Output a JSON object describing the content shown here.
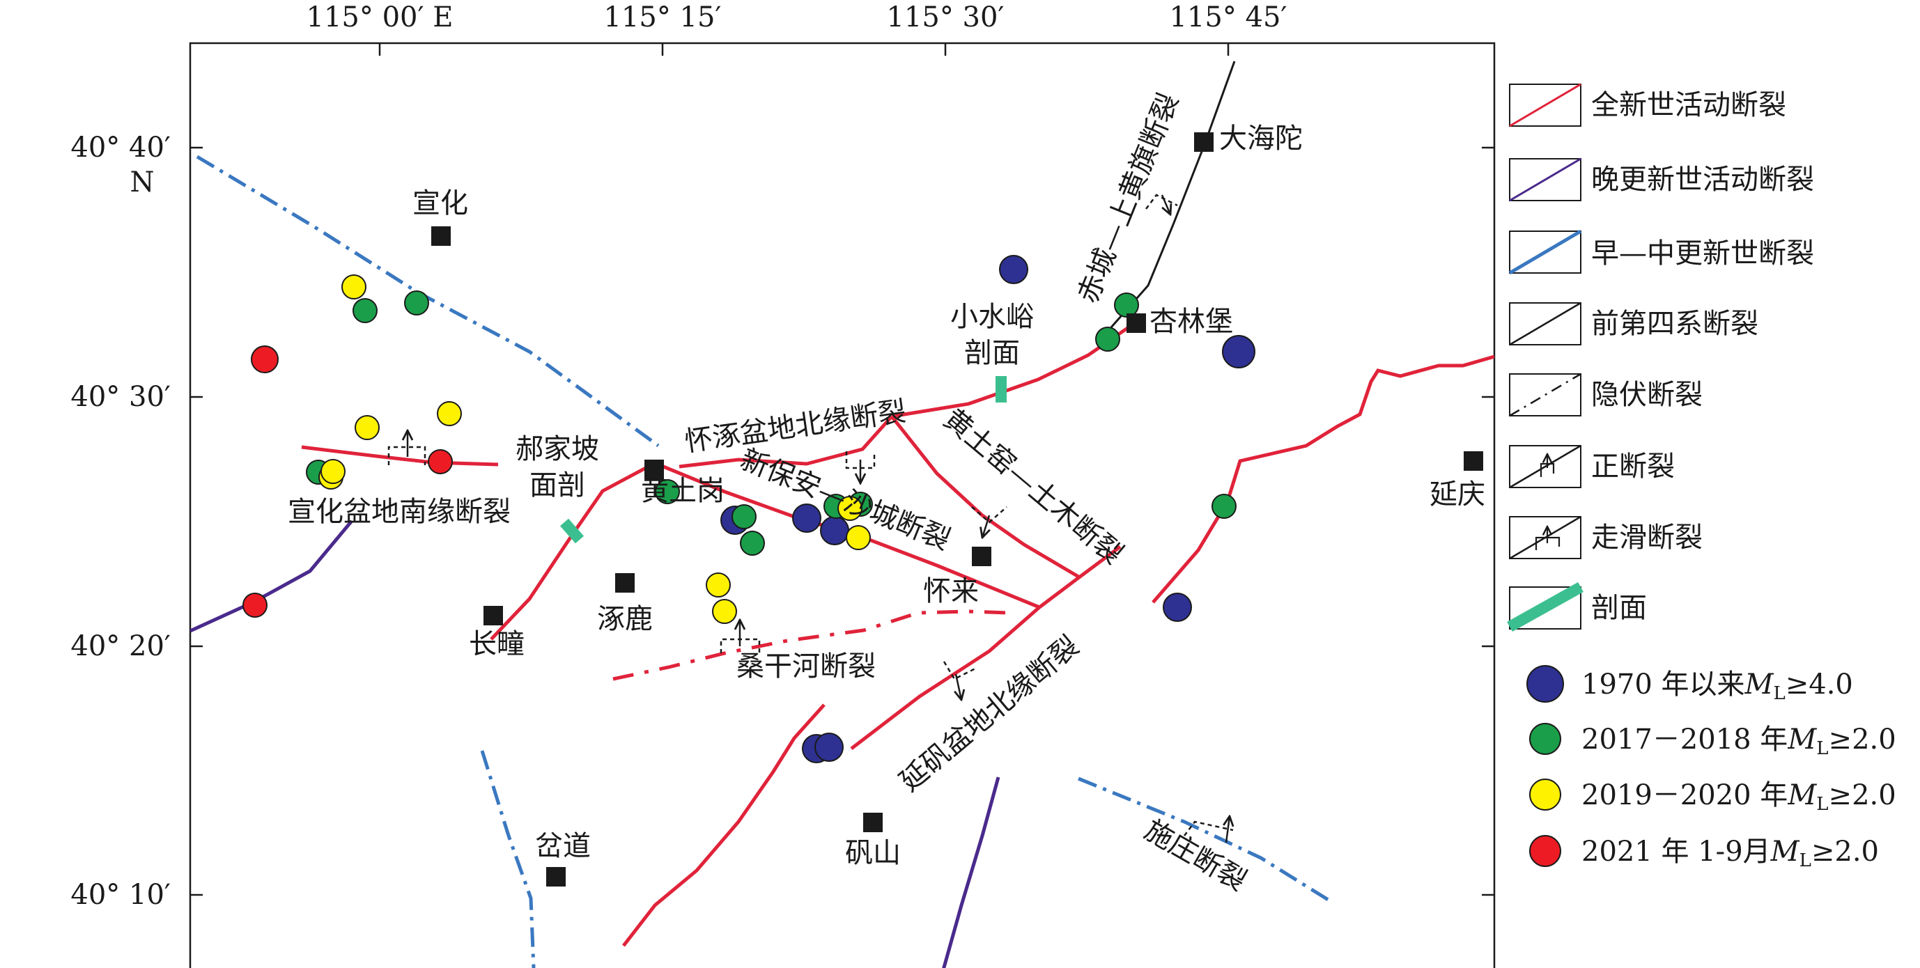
{
  "axes": {
    "top": [
      "115° 00′ E",
      "115° 15′",
      "115° 30′",
      "115° 45′"
    ],
    "left": [
      "40° 40′",
      "N",
      "40° 30′",
      "40° 20′",
      "40° 10′"
    ]
  },
  "places": {
    "xuanhua": "宣化",
    "dahaituo": "大海陀",
    "xinglinbao": "杏林堡",
    "yanqing": "延庆",
    "huangtugang": "黄土岗",
    "huailai": "怀来",
    "zhuolu": "涿鹿",
    "changzhen": "长疃",
    "pendao": "岔道",
    "fanshan": "矾山"
  },
  "profiles": {
    "haojiapo_line1": "郝家坡",
    "haojiapo_line2": "面剖",
    "xiaoshuiyu_line1": "小水峪",
    "xiaoshuiyu_line2": "剖面"
  },
  "faults": {
    "xuanhua_south": "宣化盆地南缘断裂",
    "huaizhuo_north": "怀涿盆地北缘断裂",
    "xinbaoan_shacheng": "新保安—沙城断裂",
    "huangtuyao_tumu": "黄土窑—土木断裂",
    "chicheng_shanghuangqi": "赤城—上黄旗断裂",
    "sangganhe": "桑干河断裂",
    "yanfan_north": "延矾盆地北缘断裂",
    "shizhuang": "施庄断裂"
  },
  "legend": {
    "holocene": "全新世活动断裂",
    "late_pleistocene": "晚更新世活动断裂",
    "early_mid_pleistocene": "早—中更新世断裂",
    "pre_quaternary": "前第四系断裂",
    "buried": "隐伏断裂",
    "normal": "正断裂",
    "strike_slip": "走滑断裂",
    "profile": "剖面",
    "eq_1970_prefix": "1970 年以来",
    "eq_1970_cond": "≥4.0",
    "eq_2017_prefix": "2017－2018 年",
    "eq_2017_cond": "≥2.0",
    "eq_2019_prefix": "2019－2020 年",
    "eq_2019_cond": "≥2.0",
    "eq_2021_prefix": "2021 年 1-9月",
    "eq_2021_cond": "≥2.0",
    "mag_symbol": "M",
    "mag_sub": "L"
  },
  "colors": {
    "holocene": "#e0233a",
    "late_pleistocene": "#4a2a8c",
    "early_mid": "#3a78c0",
    "pre_quaternary": "#1a1a1a",
    "profile": "#3cbf90",
    "eq_1970": "#2e3192",
    "eq_2017": "#1a9e4a",
    "eq_2019": "#fff200",
    "eq_2021": "#ed1c24"
  }
}
